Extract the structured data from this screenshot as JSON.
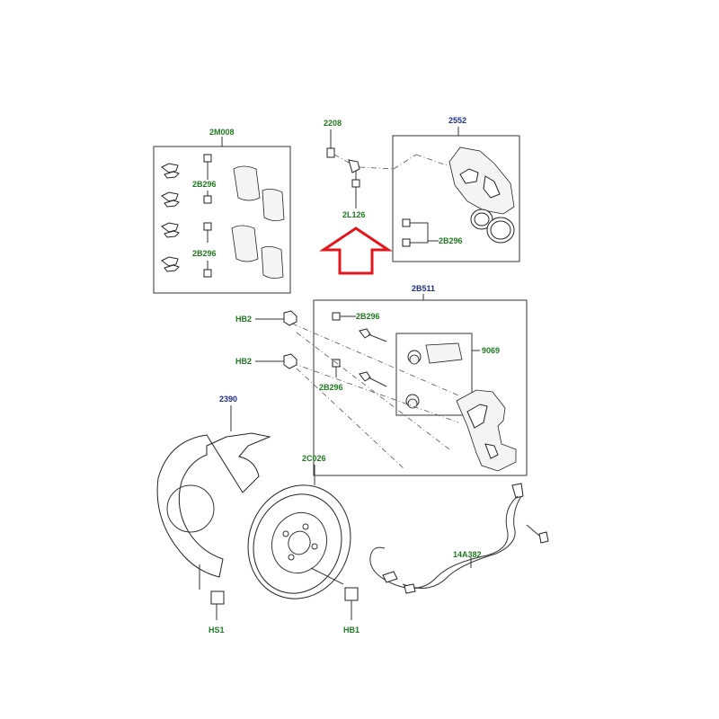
{
  "labels": {
    "kit_2m008": "2M008",
    "bolt_2b296_a": "2B296",
    "bolt_2b296_b": "2B296",
    "sensor_2208": "2208",
    "hose_2l126": "2L126",
    "caliper_2552": "2552",
    "bolt_2b296_c": "2B296",
    "carrier_2b511": "2B511",
    "bolt_2b296_d": "2B296",
    "bolt_2b296_e": "2B296",
    "bolt_hb2_a": "HB2",
    "bolt_hb2_b": "HB2",
    "kit_9069": "9069",
    "shield_2390": "2390",
    "disc_2c026": "2C026",
    "sensor_14a382": "14A382",
    "bolt_hs1": "HS1",
    "bolt_hb1": "HB1"
  },
  "colors": {
    "part_number_green": "#1f7a1f",
    "part_number_blue": "#1f2f8f",
    "highlight_arrow": "#e3161b",
    "line": "#333333"
  },
  "icons": {
    "highlight": "up-arrow-outline"
  }
}
